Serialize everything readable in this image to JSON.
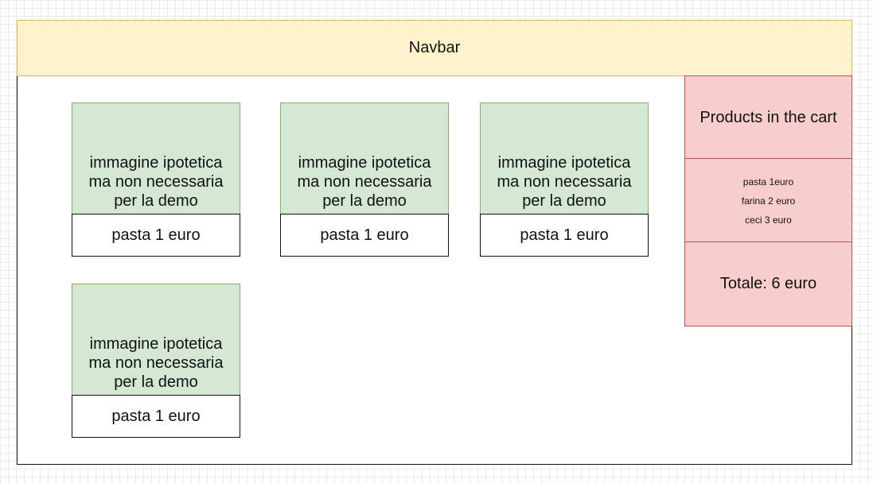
{
  "navbar": {
    "label": "Navbar"
  },
  "products": [
    {
      "image_text": "immagine ipotetica ma non necessaria per la demo",
      "label": "pasta 1 euro"
    },
    {
      "image_text": "immagine ipotetica ma non necessaria per la demo",
      "label": "pasta 1 euro"
    },
    {
      "image_text": "immagine ipotetica ma non necessaria per la demo",
      "label": "pasta 1 euro"
    },
    {
      "image_text": "immagine ipotetica ma non necessaria per la demo",
      "label": "pasta 1 euro"
    }
  ],
  "cart": {
    "title": "Products in the cart",
    "items": [
      "pasta 1euro",
      "farina 2 euro",
      "ceci 3 euro"
    ],
    "total": "Totale: 6 euro"
  },
  "colors": {
    "navbar_fill": "#fff2cc",
    "navbar_stroke": "#d6b656",
    "image_fill": "#d5e8d4",
    "image_stroke": "#82b366",
    "cart_fill": "#f8cecc",
    "cart_stroke": "#b85450"
  }
}
